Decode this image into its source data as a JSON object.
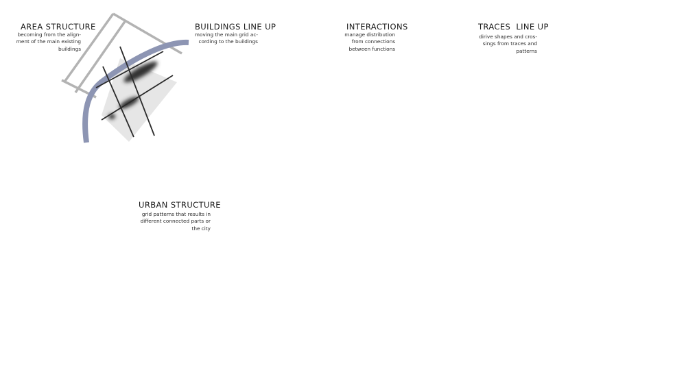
{
  "panels": [
    {
      "title": "AREA STRUCTURE",
      "description": "becoming from the align-\nment of the main existing\nbuildings"
    },
    {
      "title": "BUILDINGS LINE UP",
      "description": "moving the main grid ac-\ncording to the buildings"
    },
    {
      "title": "INTERACTIONS",
      "description": "manage distribution\nfrom connections\nbetween functions"
    },
    {
      "title": "TRACES  LINE UP",
      "description": "dirive shapes and cros-\nsings from traces and\npatterns"
    },
    {
      "title": "URBAN STRUCTURE",
      "description": "grid patterns that results in\ndifferent connected parts or\nthe city"
    }
  ],
  "colors": {
    "river": "#8d95b3",
    "road": "#b8b8b8",
    "grid": "#555555",
    "area": "#e6e6e6",
    "block": "#808080"
  }
}
